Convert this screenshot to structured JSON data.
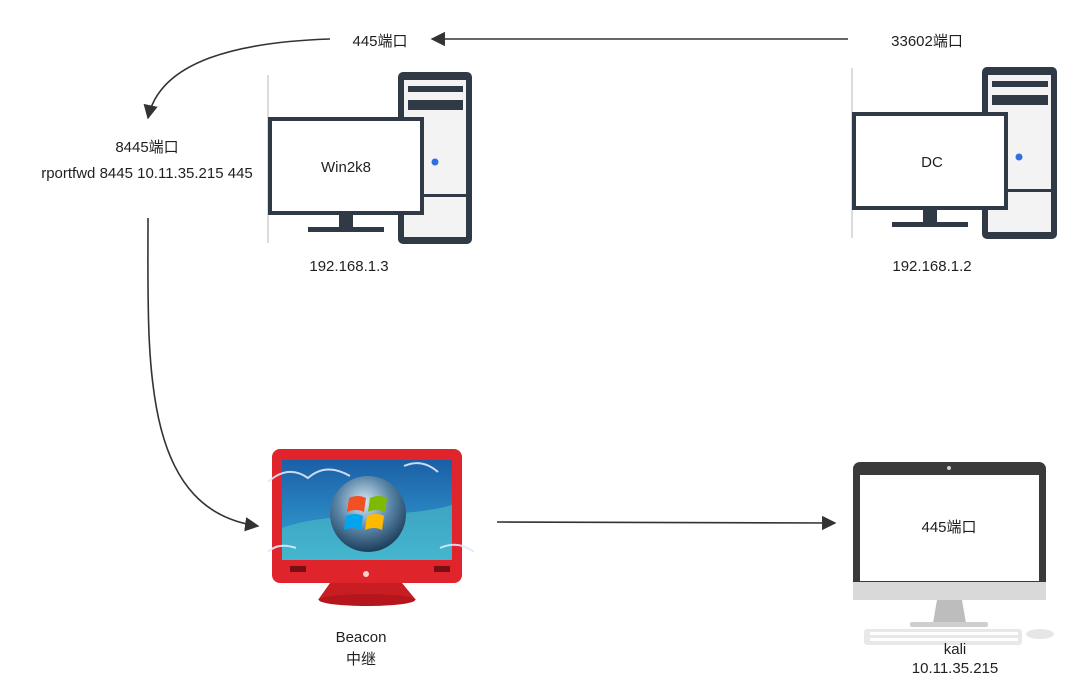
{
  "labels": {
    "top_mid_port": "445端口",
    "top_right_port": "33602端口",
    "left_port": "8445端口",
    "left_cmd": "rportfwd 8445 10.11.35.215 445",
    "win2k8_name": "Win2k8",
    "win2k8_ip": "192.168.1.3",
    "dc_name": "DC",
    "dc_ip": "192.168.1.2",
    "beacon_name": "Beacon",
    "beacon_role": "中继",
    "kali_screen": "445端口",
    "kali_name": "kali",
    "kali_ip": "10.11.35.215"
  },
  "colors": {
    "line": "#333333",
    "tower": "#2f3a46",
    "beacon_red": "#e0242b",
    "beacon_blue": "#2a7fc1",
    "kali_frame": "#3a3a3a",
    "power_led": "#2f6fe0"
  }
}
